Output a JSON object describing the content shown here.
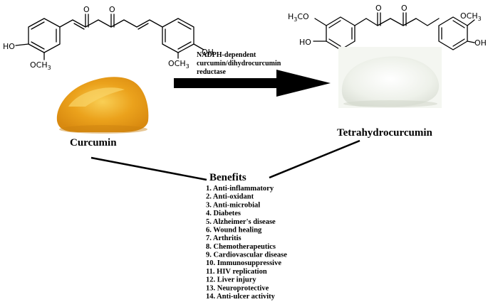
{
  "curcumin": {
    "name": "Curcumin",
    "labels": {
      "ho": "HO",
      "och3": "OCH",
      "och3_sub": "3",
      "o": "O"
    }
  },
  "thc": {
    "name": "Tetrahydrocurcumin",
    "labels": {
      "h3co": "H",
      "h3co_sub": "3",
      "h3co_rest": "CO",
      "oh": "OH",
      "ho": "HO",
      "och3": "OCH",
      "och3_sub": "3",
      "o": "O"
    }
  },
  "enzyme": {
    "line1": "NADPH-dependent",
    "line2": "curcumin/dihydrocurcumin",
    "line3": "reductase"
  },
  "benefits": {
    "title": "Benefits",
    "items": [
      "1. Anti-inflammatory",
      "2. Anti-oxidant",
      "3. Anti-microbial",
      "4. Diabetes",
      "5. Alzheimer's disease",
      "6. Wound healing",
      "7. Arthritis",
      "8. Chemotherapeutics",
      "9. Cardiovascular disease",
      "10. Immunosuppressive",
      "11. HIV replication",
      "12. Liver injury",
      "13. Neuroprotective",
      "14. Anti-ulcer activity"
    ]
  },
  "colors": {
    "curcumin_powder": "#e8a21a",
    "curcumin_powder_light": "#f6c64a",
    "thc_powder": "#eef1ea",
    "arrow": "#000000"
  }
}
